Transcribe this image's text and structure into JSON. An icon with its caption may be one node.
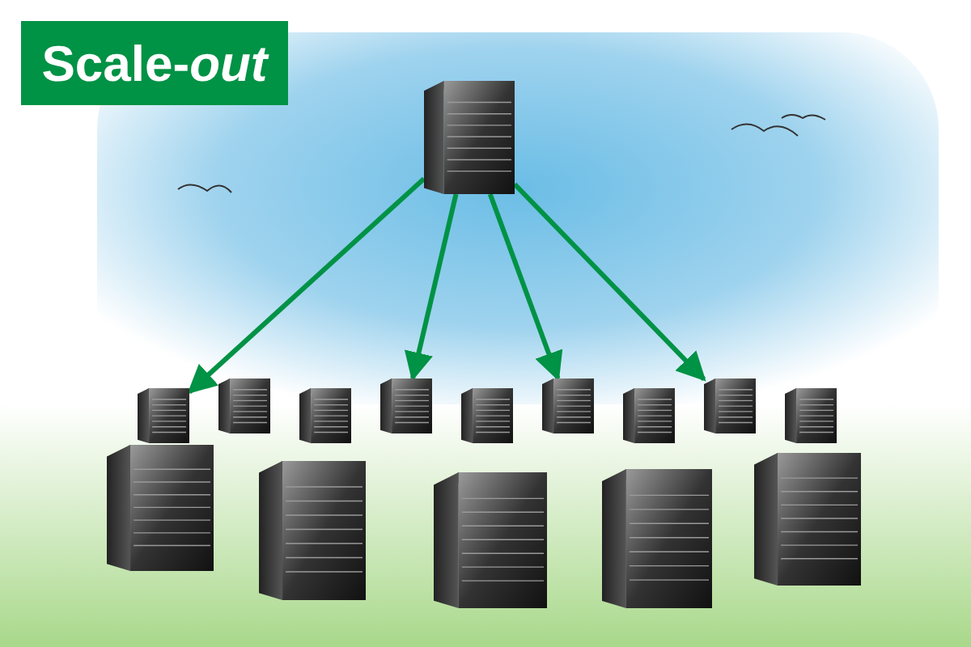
{
  "diagram": {
    "title": "Scale-*out*",
    "nodes": [
      {
        "text": [],
        "shape": "server"
      },
      {
        "text": [],
        "shape": "server"
      },
      {
        "text": [],
        "shape": "server"
      },
      {
        "text": [],
        "shape": "server"
      },
      {
        "text": [],
        "shape": "server"
      },
      {
        "text": [],
        "shape": "server"
      },
      {
        "text": [],
        "shape": "server"
      },
      {
        "text": [],
        "shape": "server"
      },
      {
        "text": [],
        "shape": "server"
      },
      {
        "text": [],
        "shape": "server"
      },
      {
        "text": [],
        "shape": "server"
      },
      {
        "text": [],
        "shape": "server"
      },
      {
        "text": [],
        "shape": "server"
      },
      {
        "text": [],
        "shape": "server"
      },
      {
        "text": [],
        "shape": "server"
      }
    ],
    "edges": [
      {
        "from": 0,
        "to": 1,
        "arrow": "to"
      },
      {
        "from": 0,
        "to": 4,
        "arrow": "to"
      },
      {
        "from": 0,
        "to": 6,
        "arrow": "to"
      },
      {
        "from": 0,
        "to": 8,
        "arrow": "to"
      }
    ]
  }
}
